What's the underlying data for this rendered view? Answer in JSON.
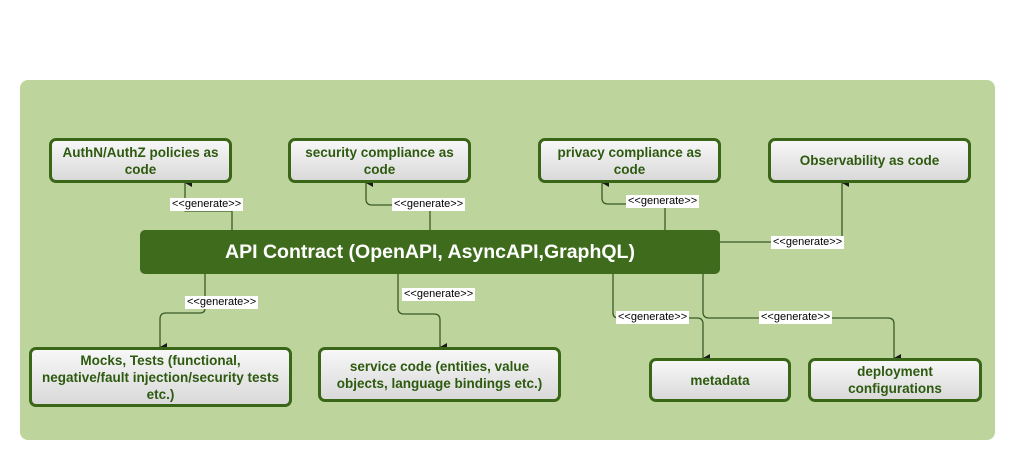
{
  "main": {
    "label": "API Contract (OpenAPI, AsyncAPI,GraphQL)"
  },
  "nodes": {
    "authz": "AuthN/AuthZ policies as code",
    "security": "security compliance as code",
    "privacy": "privacy compliance as code",
    "observability": "Observability as code",
    "mocks": "Mocks, Tests (functional, negative/fault injection/security tests etc.)",
    "service": "service code (entities, value objects, language bindings etc.)",
    "metadata": "metadata",
    "deployment": "deployment configurations"
  },
  "edge_label": "<<generate>>",
  "colors": {
    "panel": "#bdd59c",
    "main_fill": "#3f6b1c",
    "node_border": "#3a6618",
    "node_text": "#2d5a0f",
    "edge": "#3a5a28"
  }
}
